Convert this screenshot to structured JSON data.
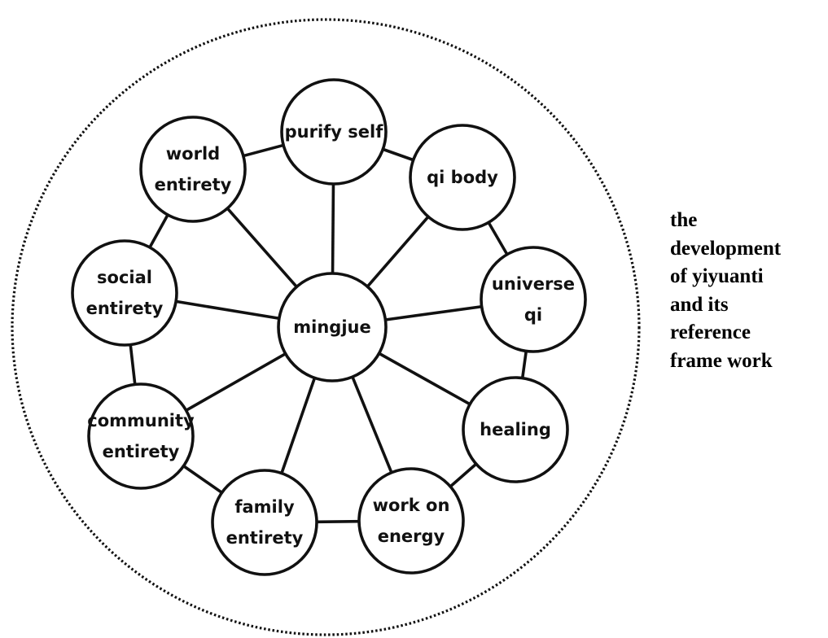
{
  "diagram": {
    "center": {
      "id": "mingjue",
      "lines": [
        "mingjue"
      ]
    },
    "nodes": [
      {
        "id": "purify-self",
        "lines": [
          "purify self"
        ]
      },
      {
        "id": "qi-body",
        "lines": [
          "qi body"
        ]
      },
      {
        "id": "universe-qi",
        "lines": [
          "universe",
          "qi"
        ]
      },
      {
        "id": "healing",
        "lines": [
          "healing"
        ]
      },
      {
        "id": "work-on-energy",
        "lines": [
          "work on",
          "energy"
        ]
      },
      {
        "id": "family-entirety",
        "lines": [
          "family",
          "entirety"
        ]
      },
      {
        "id": "community-entirety",
        "lines": [
          "community",
          "entirety"
        ]
      },
      {
        "id": "social-entirety",
        "lines": [
          "social",
          "entirety"
        ]
      },
      {
        "id": "world-entirety",
        "lines": [
          "world",
          "entirety"
        ]
      }
    ],
    "caption": [
      "the",
      "development",
      "of yiyuanti",
      "and its",
      "reference",
      "frame work"
    ]
  },
  "colors": {
    "stroke": "#111111",
    "background": "#ffffff"
  }
}
